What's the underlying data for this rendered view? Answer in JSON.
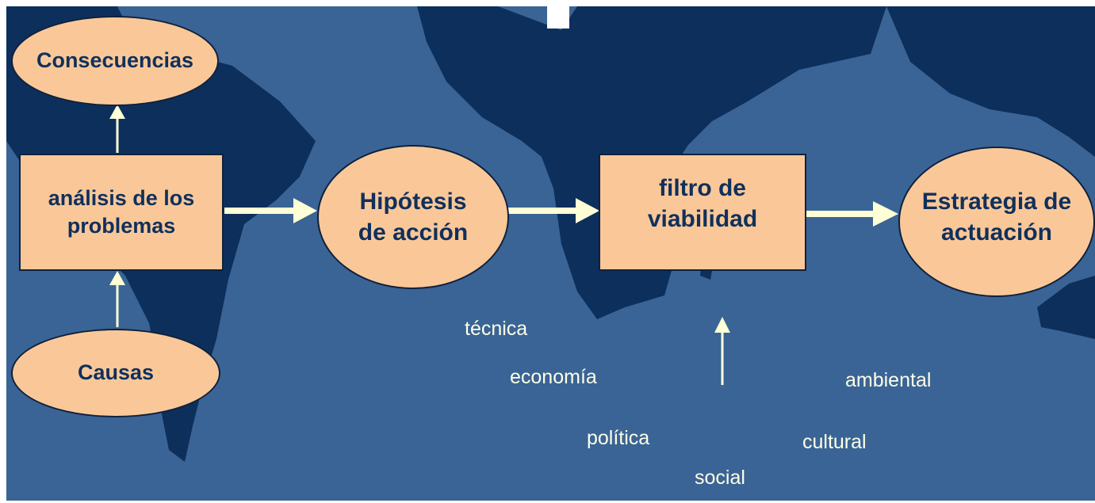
{
  "diagram": {
    "nodes": {
      "consecuencias": "Consecuencias",
      "analisis": "análisis de los\nproblemas",
      "causas": "Causas",
      "hipotesis": "Hipótesis\nde acción",
      "filtro": "filtro de\nviabilidad",
      "estrategia": "Estrategia de\nactuación"
    },
    "factors": [
      "técnica",
      "economía",
      "política",
      "social",
      "cultural",
      "ambiental"
    ]
  },
  "colors": {
    "background": "#3a6496",
    "land": "#0d2f5c",
    "shape_fill": "#fac898",
    "shape_text": "#10305c",
    "arrow": "#ffffd6"
  }
}
